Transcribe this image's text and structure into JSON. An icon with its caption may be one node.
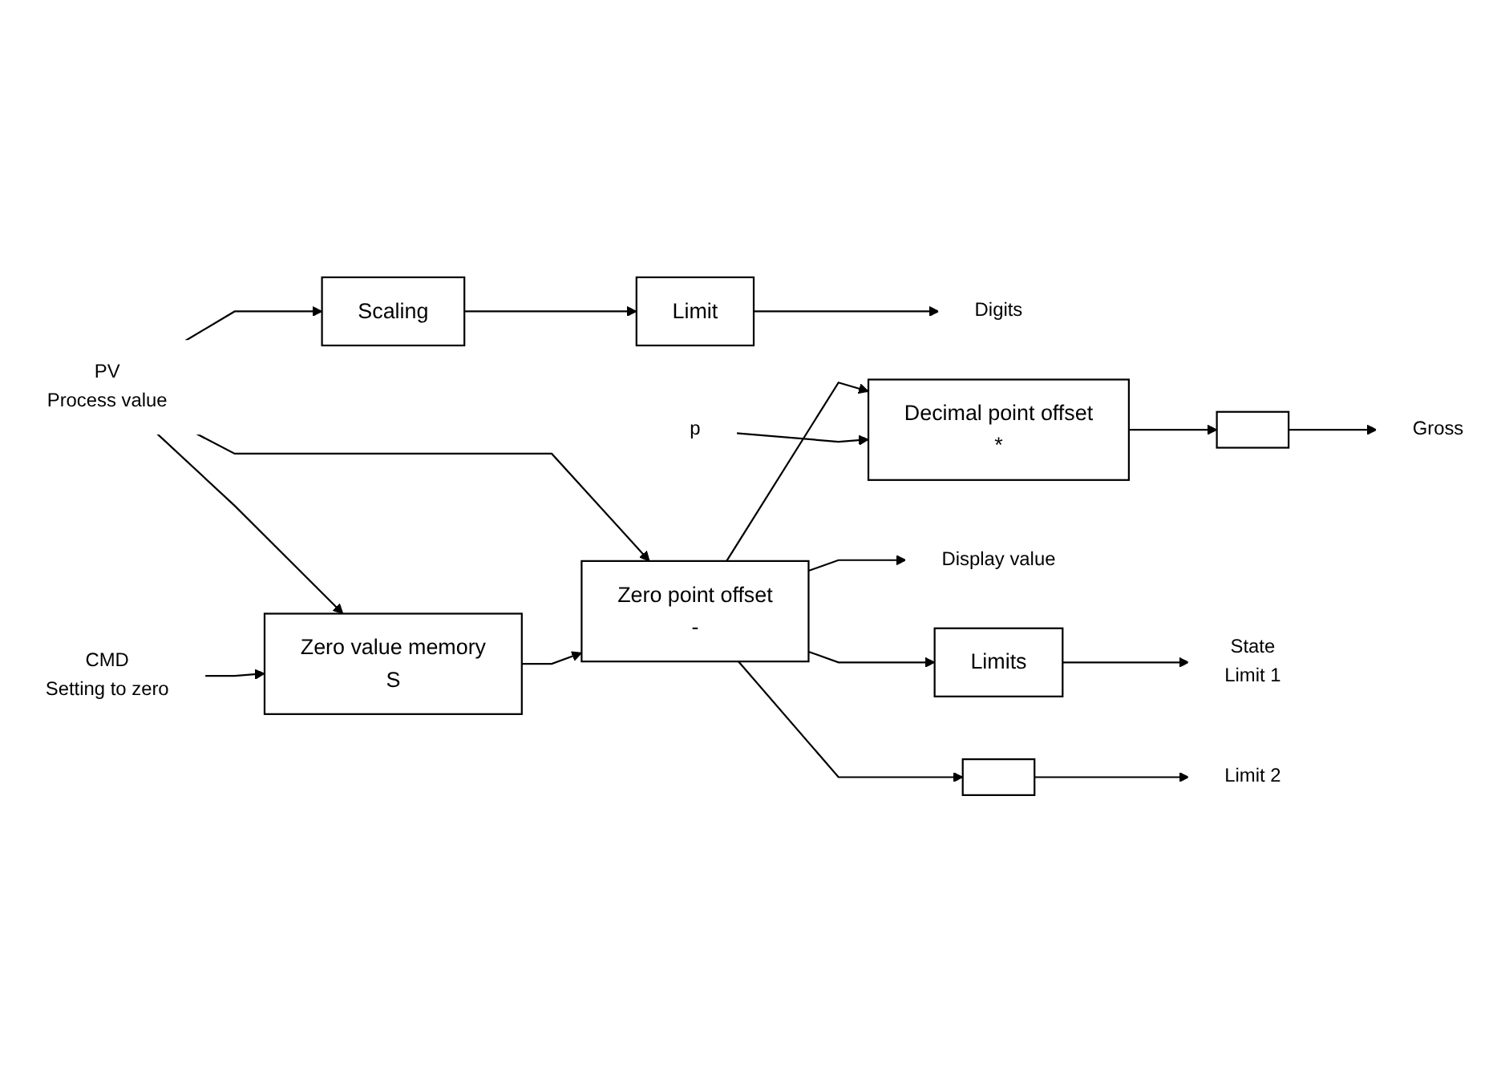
{
  "diagram": {
    "nodes": [
      {
        "text": [
          "PV",
          "Process value"
        ]
      },
      {
        "text": [
          "CMD",
          "Setting to zero"
        ]
      },
      {
        "text": [
          "Zero value memory",
          "S"
        ]
      },
      {
        "text": [
          "Zero point offset",
          "-"
        ]
      },
      {
        "text": [
          "Scaling"
        ]
      },
      {
        "text": [
          "Limit"
        ]
      },
      {
        "text": [
          "Digits"
        ]
      },
      {
        "text": [
          "p"
        ]
      },
      {
        "text": [
          "Decimal point offset",
          "*"
        ]
      },
      {
        "text": [],
        "shape": "box"
      },
      {
        "text": [
          "Gross"
        ]
      },
      {
        "text": [
          "Display value"
        ]
      },
      {
        "text": [
          "Limits"
        ]
      },
      {
        "text": [
          "State",
          "Limit 1"
        ]
      },
      {
        "text": [],
        "shape": "box"
      },
      {
        "text": [
          "Limit 2"
        ]
      }
    ],
    "edges": [
      {
        "from": 0,
        "to": 4,
        "arrow": "to"
      },
      {
        "from": 0,
        "to": 2,
        "arrow": "to"
      },
      {
        "from": 0,
        "to": 3,
        "arrow": "to"
      },
      {
        "from": 4,
        "to": 5,
        "arrow": "to"
      },
      {
        "from": 5,
        "to": 6,
        "arrow": "to"
      },
      {
        "from": 1,
        "to": 2,
        "arrow": "to"
      },
      {
        "from": 2,
        "to": 3,
        "arrow": "to"
      },
      {
        "from": 3,
        "to": 8,
        "arrow": "to"
      },
      {
        "from": 7,
        "to": 8,
        "arrow": "to"
      },
      {
        "from": 8,
        "to": 9,
        "arrow": "to"
      },
      {
        "from": 9,
        "to": 10,
        "arrow": "to"
      },
      {
        "from": 3,
        "to": 11,
        "arrow": "to"
      },
      {
        "from": 3,
        "to": 12,
        "arrow": "to"
      },
      {
        "from": 12,
        "to": 13,
        "arrow": "to"
      },
      {
        "from": 3,
        "to": 14,
        "arrow": "to"
      },
      {
        "from": 14,
        "to": 15,
        "arrow": "to"
      }
    ]
  }
}
